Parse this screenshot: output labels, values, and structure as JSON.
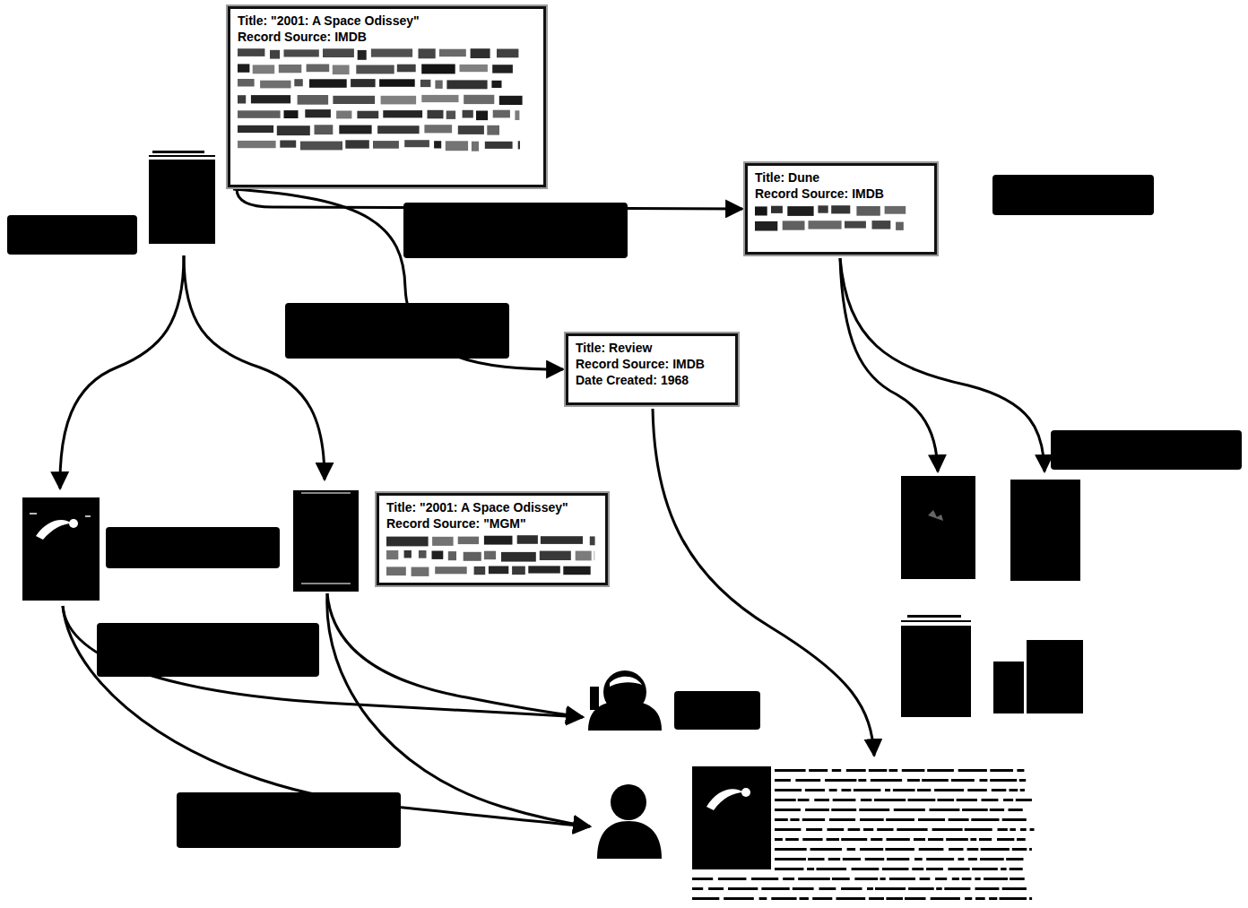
{
  "diagram": {
    "nodes": [
      {
        "text": [
          "Title: \"2001: A Space Odissey\"",
          "Record Source: IMDB"
        ]
      },
      {
        "text": [
          "Title: Dune",
          "Record Source: IMDB"
        ]
      },
      {
        "text": [
          "Title: Review",
          "Record Source: IMDB",
          "Date Created: 1968"
        ]
      },
      {
        "text": [
          "Title: \"2001: A Space Odissey\"",
          "Record Source: \"MGM\""
        ]
      }
    ],
    "edges": [
      {
        "from": 0,
        "to": 1,
        "arrow": "to"
      },
      {
        "from": 0,
        "to": 2,
        "arrow": "to"
      }
    ]
  }
}
